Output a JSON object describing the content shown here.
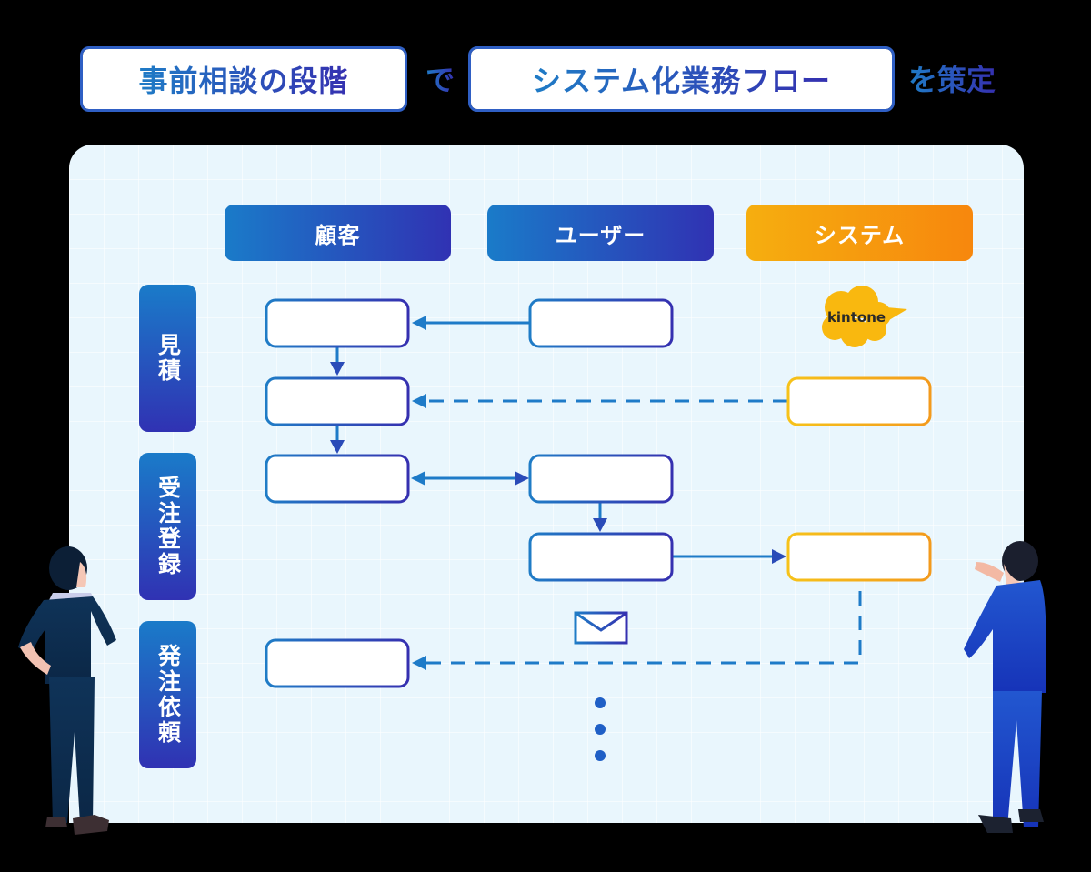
{
  "heading": {
    "phase_box": "事前相談の段階",
    "connector_de": "で",
    "flow_box": "システム化業務フロー",
    "suffix": "を策定"
  },
  "columns": [
    {
      "id": "customer",
      "label": "顧客",
      "color_from": "#1a7bc9",
      "color_to": "#3032b3"
    },
    {
      "id": "user",
      "label": "ユーザー",
      "color_from": "#1a7bc9",
      "color_to": "#3032b3"
    },
    {
      "id": "system",
      "label": "システム",
      "color_from": "#f6ae0f",
      "color_to": "#f7870d"
    }
  ],
  "rows": [
    {
      "id": "estimate",
      "label": "見積"
    },
    {
      "id": "order-entry",
      "label": "受注登録"
    },
    {
      "id": "purchase-request",
      "label": "発注依頼"
    }
  ],
  "system_logo": {
    "icon": "kintone-cloud-icon",
    "label": "kintone",
    "color": "#f9b80f"
  },
  "flow": {
    "nodes": [
      {
        "id": "n1",
        "lane": "customer",
        "step": 1,
        "style": "blue"
      },
      {
        "id": "n2",
        "lane": "user",
        "step": 1,
        "style": "blue"
      },
      {
        "id": "n3",
        "lane": "customer",
        "step": 2,
        "style": "blue"
      },
      {
        "id": "n4",
        "lane": "system",
        "step": 2,
        "style": "orange"
      },
      {
        "id": "n5",
        "lane": "customer",
        "step": 3,
        "style": "blue"
      },
      {
        "id": "n6",
        "lane": "user",
        "step": 3,
        "style": "blue"
      },
      {
        "id": "n7",
        "lane": "user",
        "step": 4,
        "style": "blue"
      },
      {
        "id": "n8",
        "lane": "system",
        "step": 4,
        "style": "orange"
      },
      {
        "id": "n9",
        "lane": "customer",
        "step": 5,
        "style": "blue"
      }
    ],
    "edges": [
      {
        "from": "n2",
        "to": "n1",
        "style": "solid"
      },
      {
        "from": "n1",
        "to": "n3",
        "style": "solid"
      },
      {
        "from": "n4",
        "to": "n3",
        "style": "dashed"
      },
      {
        "from": "n3",
        "to": "n5",
        "style": "solid"
      },
      {
        "from": "n5",
        "to": "n6",
        "style": "solid",
        "bidirectional": true
      },
      {
        "from": "n6",
        "to": "n7",
        "style": "solid"
      },
      {
        "from": "n7",
        "to": "n8",
        "style": "solid"
      },
      {
        "from": "n8",
        "to": "n9",
        "style": "dashed",
        "via": "mail",
        "elbow": true
      }
    ],
    "mail_icon": "envelope-icon",
    "continuation_icon": "vertical-ellipsis-icon"
  },
  "colors": {
    "blue_stroke_from": "#1f7cc6",
    "blue_stroke_to": "#3530b0",
    "orange_stroke_from": "#f6c21a",
    "orange_stroke_to": "#f39a1c",
    "arrow": "#1e7bc8",
    "board": "#e9f6fd"
  }
}
